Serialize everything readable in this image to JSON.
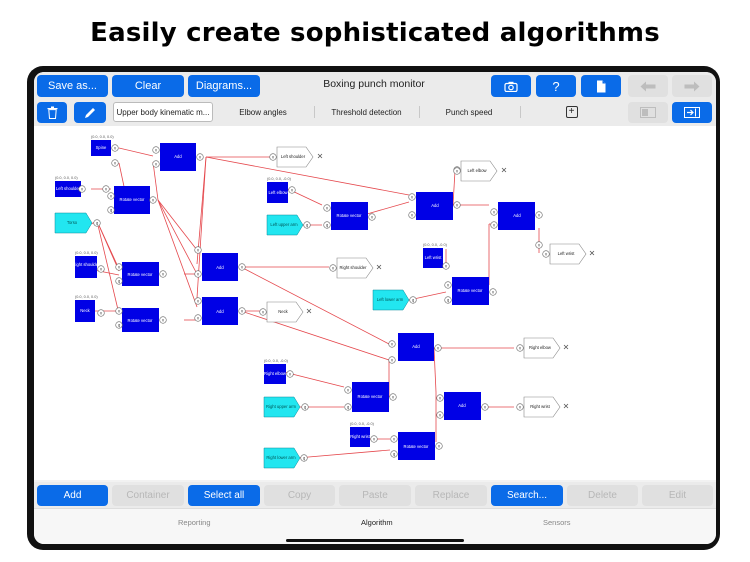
{
  "headline": "Easily create sophisticated algorithms",
  "toolbar": {
    "save_as": "Save as...",
    "clear": "Clear",
    "diagrams": "Diagrams...",
    "title": "Boxing punch monitor",
    "help": "?"
  },
  "tabs": [
    "Upper body kinematic m...",
    "Elbow angles",
    "Threshold detection",
    "Punch speed"
  ],
  "add_tab_symbol": "+",
  "bottom": {
    "add": "Add",
    "container": "Container",
    "select_all": "Select all",
    "copy": "Copy",
    "paste": "Paste",
    "replace": "Replace",
    "search": "Search...",
    "delete": "Delete",
    "edit": "Edit"
  },
  "tabbar": {
    "reporting": "Reporting",
    "algorithm": "Algorithm",
    "sensors": "Sensors"
  },
  "node_labels": {
    "spine": "Spine",
    "left_shoulder": "Left shoulder",
    "torso": "Torso",
    "right_shoulder": "Right shoulder",
    "neck": "Neck",
    "rotate_vector": "Rotate vector",
    "add": "Add",
    "left_elbow": "Left elbow",
    "left_upper_arm": "Left upper arm",
    "left_wrist": "Left wrist",
    "left_lower_arm": "Left lower arm",
    "right_elbow": "Right elbow",
    "right_upper_arm": "Right upper arm",
    "right_wrist": "Right wrist",
    "right_lower_arm": "Right lower arm"
  },
  "port_labels": {
    "v": "v",
    "q": "q"
  },
  "const_labels": {
    "spine": "(0.0, 0.0, 0.0)",
    "left_shoulder": "(0.0, 0.0, 0.0)",
    "right_shoulder": "(0.0, 0.0, 0.0)",
    "neck": "(0.0, 0.0, 0.0)",
    "left_elbow": "(0.0, 0.0, -0.0)",
    "left_wrist": "(0.0, 0.0, -0.0)",
    "right_elbow": "(0.0, 0.0, -0.0)",
    "right_wrist": "(0.0, 0.0, -0.0)"
  },
  "colors": {
    "accent": "#0a6be8",
    "node": "#0000e6",
    "sensor": "#22e6f0",
    "wire": "#e5484d"
  }
}
